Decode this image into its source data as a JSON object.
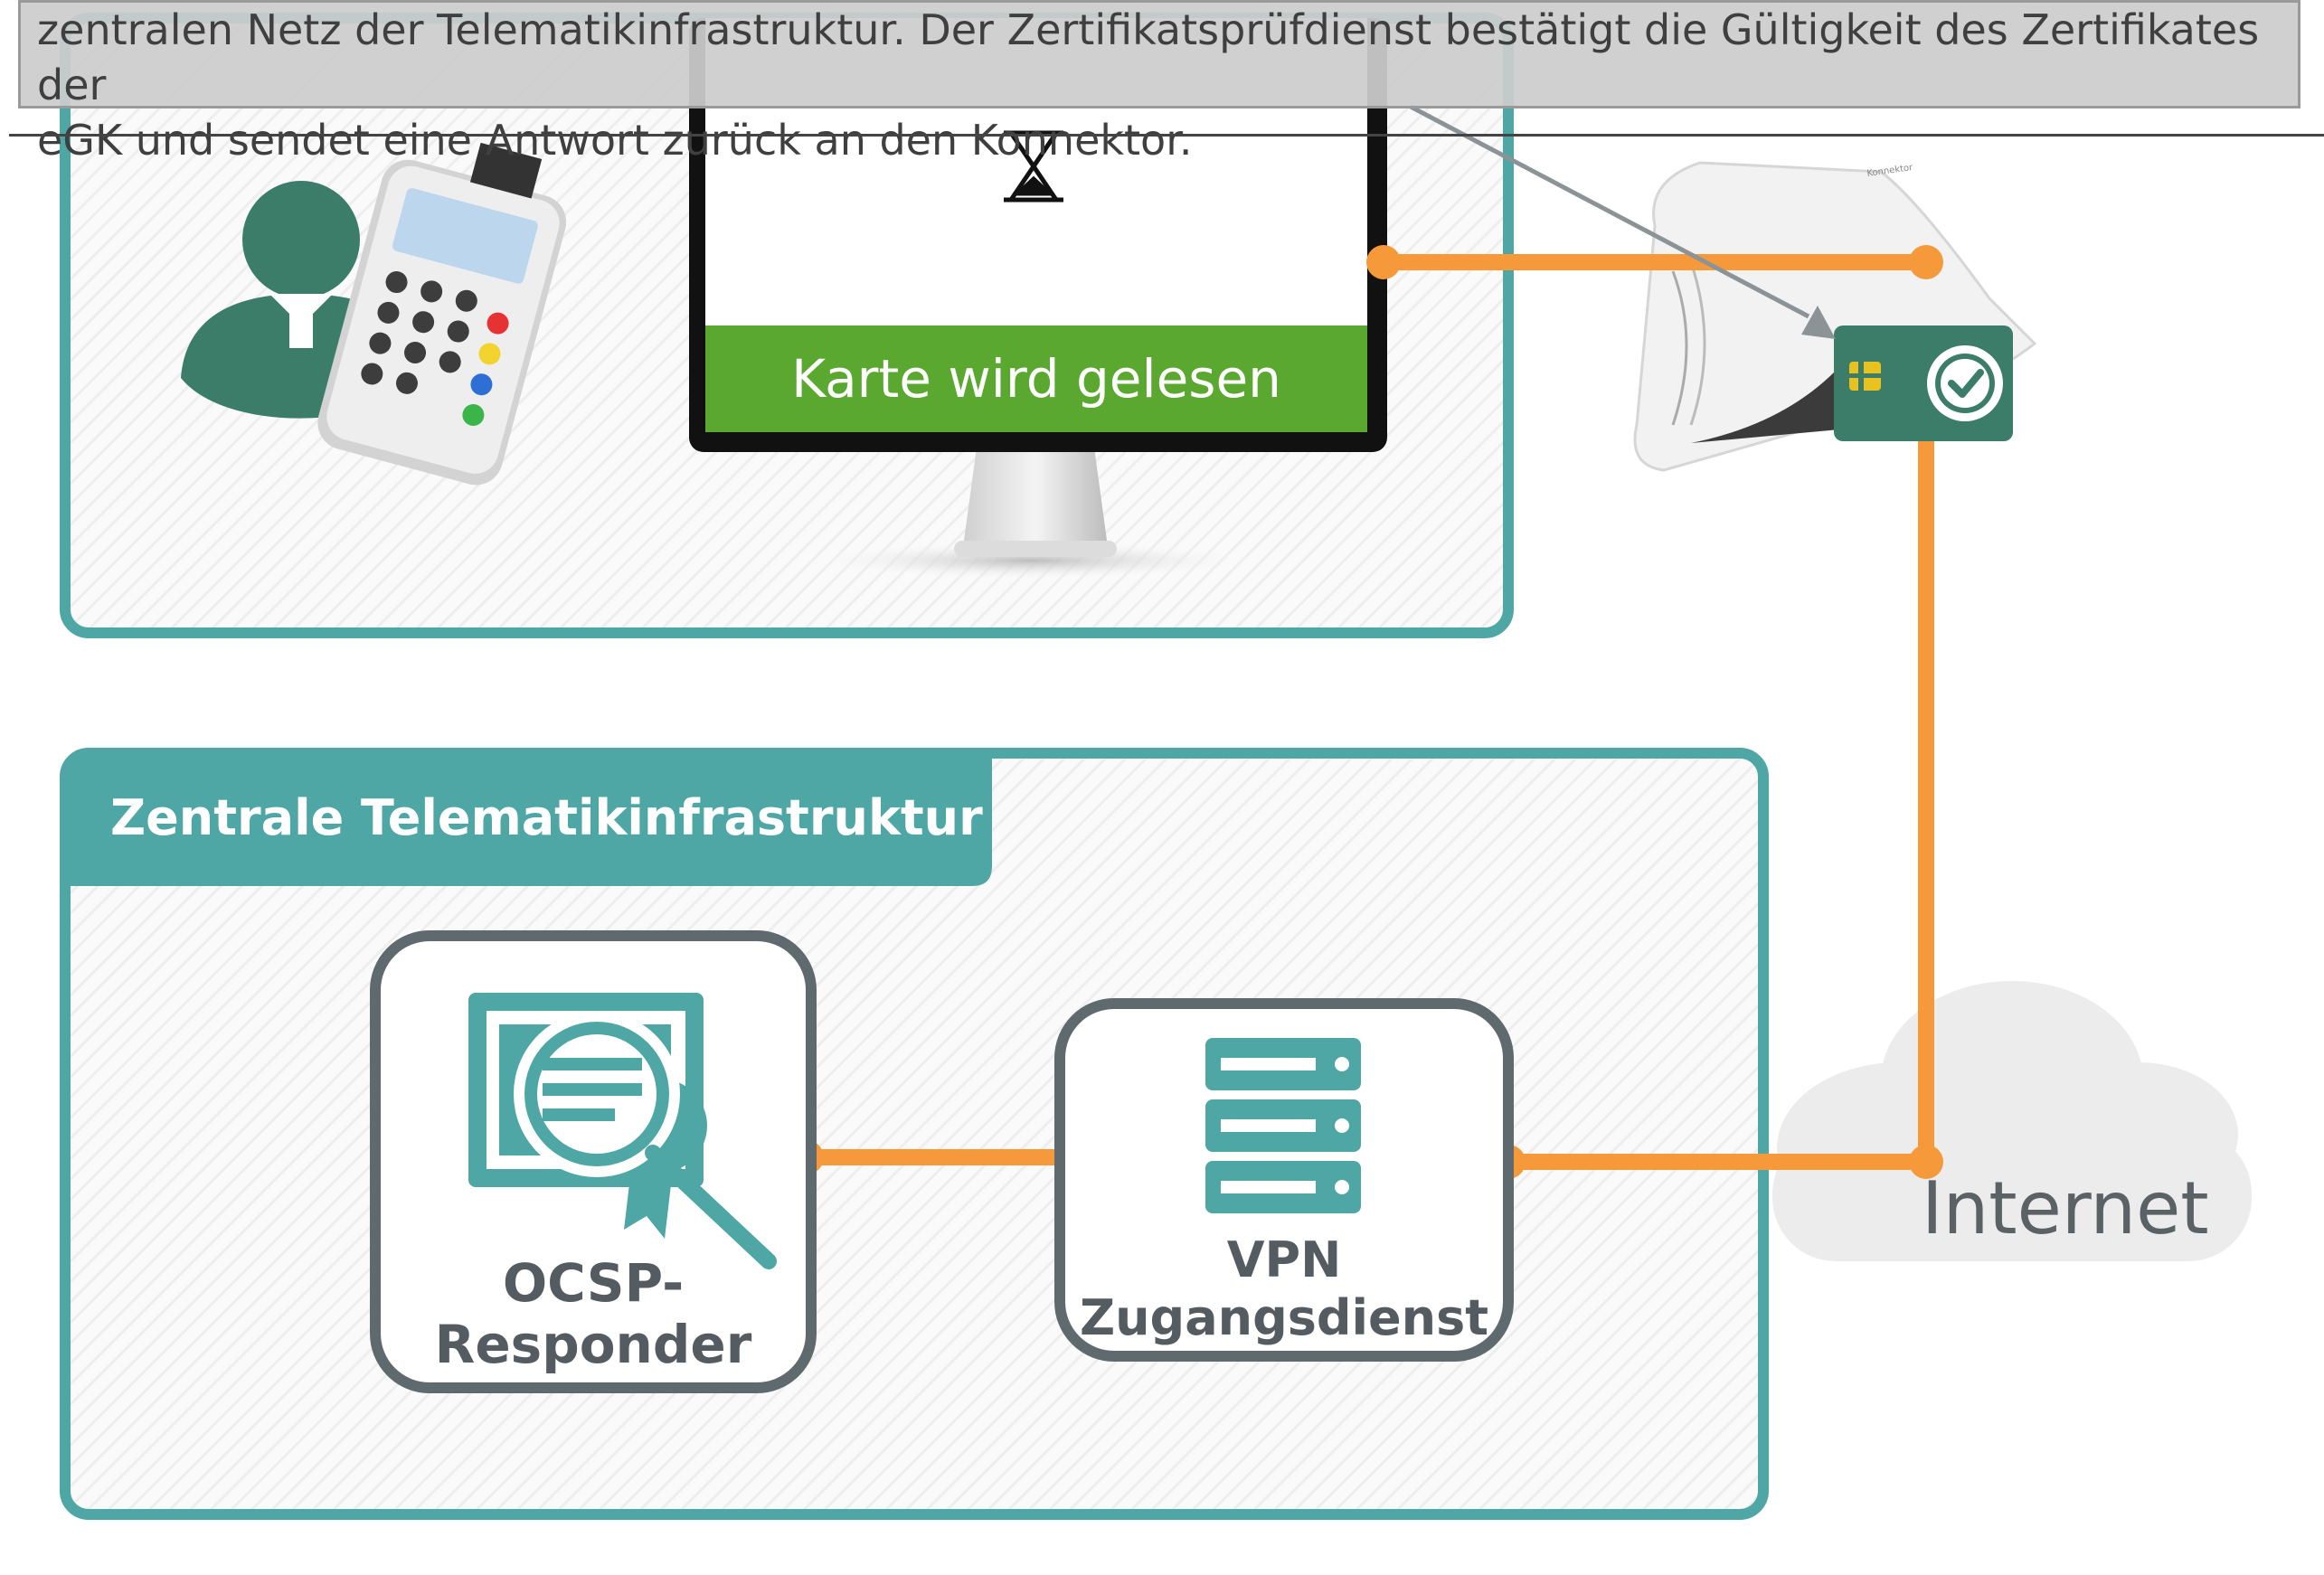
{
  "tooltip": {
    "line1": "zentralen Netz der Telematikinfrastruktur. Der Zertifikatsprüfdienst bestätigt die Gültigkeit des Zertifikates der",
    "line2": "eGK und sendet eine Antwort zurück an den Konnektor."
  },
  "practice": {
    "screen_status": "Karte wird gelesen",
    "router_brand": "Konnektor"
  },
  "central_ti": {
    "title": "Zentrale Telematikinfrastruktur",
    "ocsp": {
      "line1": "OCSP-",
      "line2": "Responder"
    },
    "vpn": {
      "line1": "VPN",
      "line2": "Zugangsdienst"
    }
  },
  "network": {
    "internet_label": "Internet"
  },
  "colors": {
    "teal": "#4fa7a5",
    "dark_green": "#3c7d6a",
    "orange": "#f6993b",
    "status_green": "#5aa830",
    "gray_box": "#5f6a6e",
    "cloud": "#ececec"
  },
  "icons": [
    "person-icon",
    "card-terminal-icon",
    "monitor-icon",
    "hourglass-icon",
    "connector-router-icon",
    "chip-icon",
    "check-badge-icon",
    "certificate-magnifier-icon",
    "server-icon",
    "cloud-icon",
    "arrow-icon"
  ]
}
